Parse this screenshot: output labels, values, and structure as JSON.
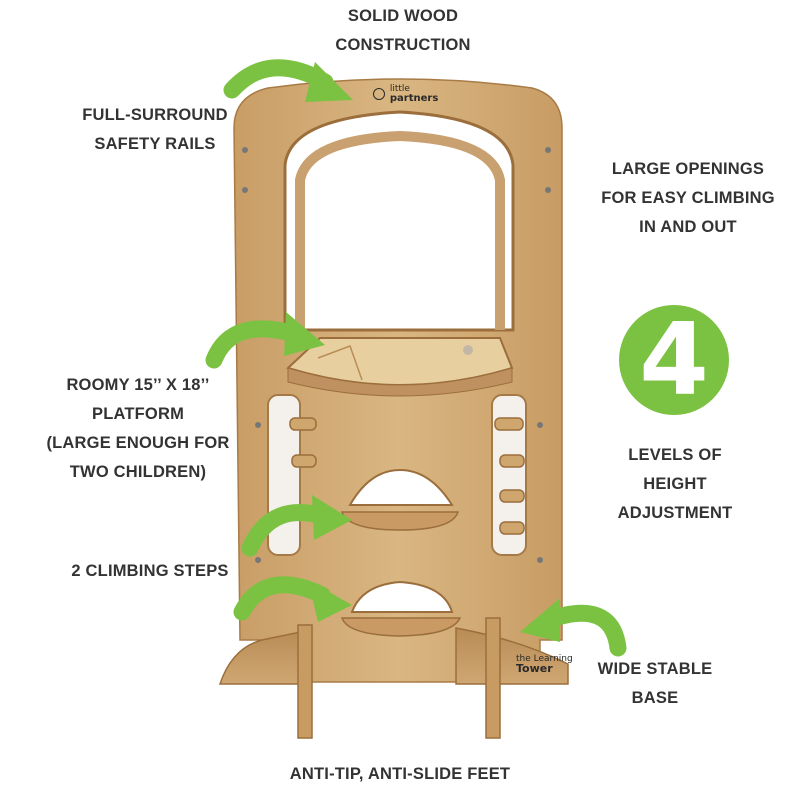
{
  "colors": {
    "accent": "#7cc242",
    "text": "#333333",
    "wood": "#d2ac78"
  },
  "callouts": {
    "solid_wood": [
      "SOLID WOOD",
      "CONSTRUCTION"
    ],
    "safety_rails": [
      "FULL-SURROUND",
      "SAFETY RAILS"
    ],
    "large_openings": [
      "LARGE OPENINGS",
      "FOR EASY CLIMBING",
      "IN AND OUT"
    ],
    "platform": [
      "ROOMY 15’’ X 18’’",
      "PLATFORM",
      "(LARGE ENOUGH FOR",
      "TWO CHILDREN)"
    ],
    "height_levels_number": "4",
    "height_levels": [
      "LEVELS OF",
      "HEIGHT",
      "ADJUSTMENT"
    ],
    "climbing_steps": [
      "2 CLIMBING STEPS"
    ],
    "stable_base": [
      "WIDE STABLE",
      "BASE"
    ],
    "feet": [
      "ANTI-TIP, ANTI-SLIDE FEET"
    ]
  },
  "product_logos": {
    "top_logo_line1": "little",
    "top_logo_line2": "partners",
    "bottom_logo_line1": "the Learning",
    "bottom_logo_line2": "Tower"
  },
  "icons": [
    "arrow-icon",
    "face-logo-icon"
  ]
}
